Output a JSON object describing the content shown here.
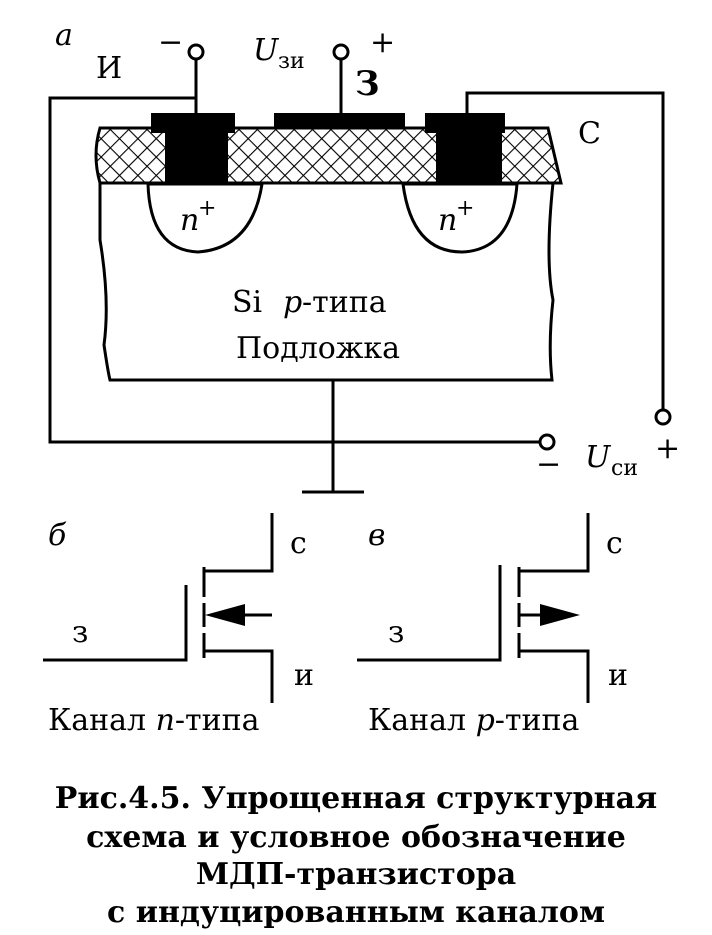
{
  "structure": {
    "panel_letter": "а",
    "source_label": "И",
    "source_polarity": "−",
    "gate_voltage_symbol": "U",
    "gate_voltage_sub": "зи",
    "gate_polarity": "+",
    "gate_label": "З",
    "drain_label": "С",
    "region_n": "n",
    "region_n_sup": "+",
    "substrate_si": "Si",
    "substrate_p": "p",
    "substrate_type": "-типа",
    "substrate_name": "Подложка",
    "drain_voltage_symbol": "U",
    "drain_voltage_sub": "си",
    "drain_voltage_minus": "−",
    "drain_voltage_plus": "+"
  },
  "symbol_n": {
    "panel_letter": "б",
    "drain_label": "с",
    "gate_label": "з",
    "source_label": "и",
    "caption_pre": "Канал ",
    "caption_type": "n",
    "caption_post": "-типа"
  },
  "symbol_p": {
    "panel_letter": "в",
    "drain_label": "с",
    "gate_label": "з",
    "source_label": "и",
    "caption_pre": "Канал ",
    "caption_type": "p",
    "caption_post": "-типа"
  },
  "figure_caption": {
    "line1": "Рис.4.5. Упрощенная структурная",
    "line2": "схема и условное обозначение",
    "line3": "МДП-транзистора",
    "line4": "с индуцированным каналом"
  }
}
